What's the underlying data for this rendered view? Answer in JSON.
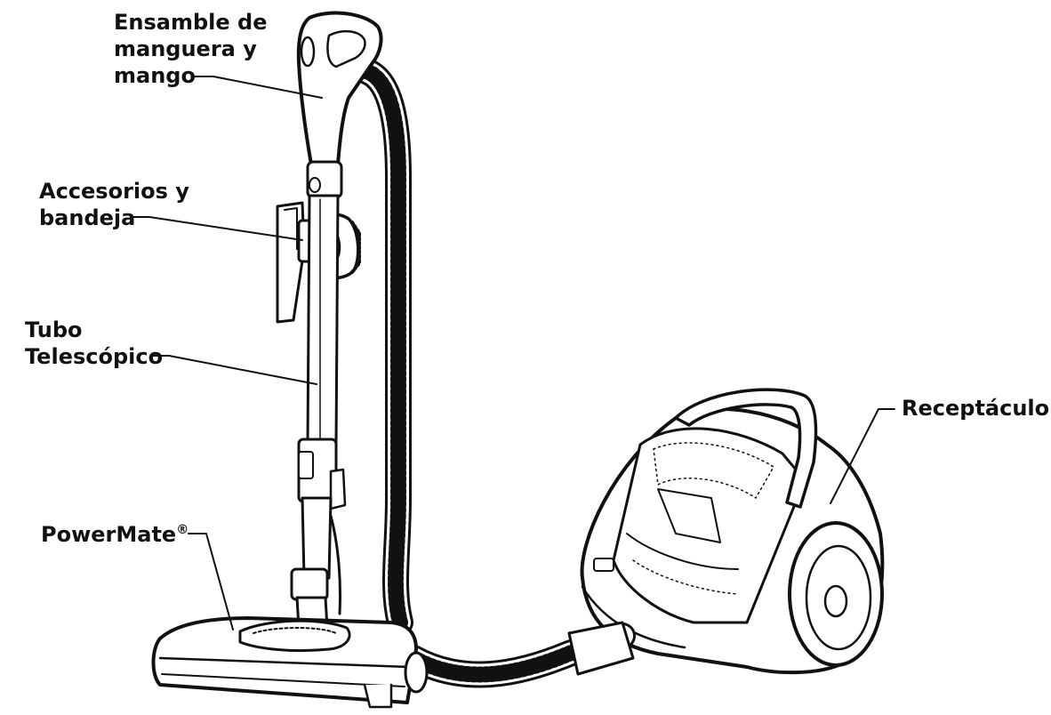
{
  "labels": {
    "hose_handle": {
      "line1": "Ensamble de",
      "line2": "manguera y",
      "line3": "mango"
    },
    "accessories": {
      "line1": "Accesorios y",
      "line2": "bandeja"
    },
    "wand": {
      "line1": "Tubo",
      "line2": "Telescópico"
    },
    "powermate": {
      "text": "PowerMate",
      "mark": "®"
    },
    "canister": {
      "text": "Receptáculo"
    }
  },
  "colors": {
    "stroke": "#111111",
    "fill": "#ffffff",
    "text": "#111111"
  }
}
